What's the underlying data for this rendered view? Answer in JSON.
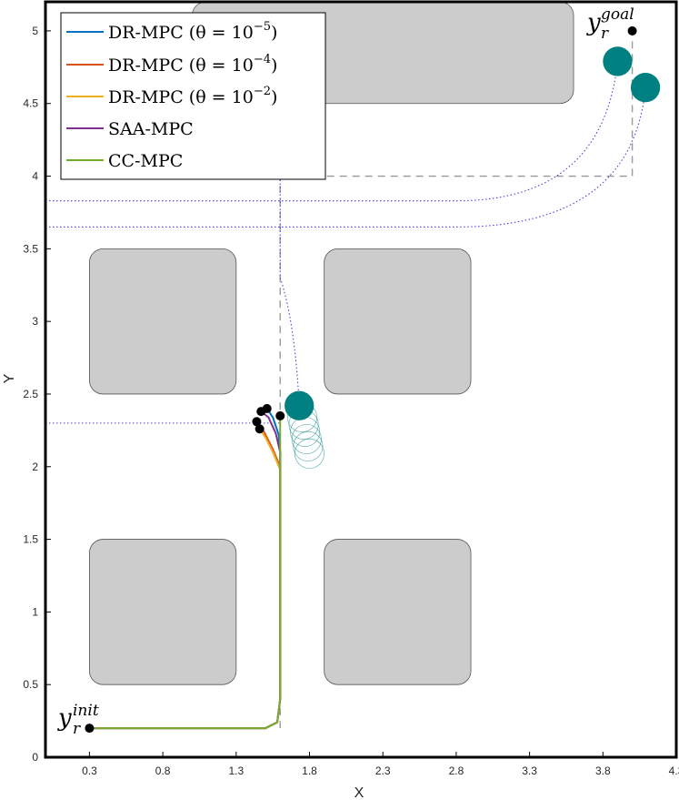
{
  "chart_data": {
    "type": "line",
    "xlabel": "X",
    "ylabel": "Y",
    "xlim": [
      0,
      4.3
    ],
    "ylim": [
      0,
      5.2
    ],
    "xticks": [
      "0.3",
      "0.8",
      "1.3",
      "1.8",
      "2.3",
      "2.8",
      "3.3",
      "3.8",
      "4.3"
    ],
    "xtick_values": [
      0.3,
      0.8,
      1.3,
      1.8,
      2.3,
      2.8,
      3.3,
      3.8,
      4.3
    ],
    "yticks": [
      "0",
      "0.5",
      "1",
      "1.5",
      "2",
      "2.5",
      "3",
      "3.5",
      "4",
      "4.5",
      "5"
    ],
    "ytick_values": [
      0,
      0.5,
      1,
      1.5,
      2,
      2.5,
      3,
      3.5,
      4,
      4.5,
      5
    ],
    "grid": false,
    "legend_position": "top-left",
    "obstacles": [
      {
        "x0": 1.0,
        "y0": 4.5,
        "x1": 3.6,
        "y1": 5.2
      },
      {
        "x0": 0.3,
        "y0": 2.5,
        "x1": 1.3,
        "y1": 3.5
      },
      {
        "x0": 1.9,
        "y0": 2.5,
        "x1": 2.9,
        "y1": 3.5
      },
      {
        "x0": 0.3,
        "y0": 0.5,
        "x1": 1.3,
        "y1": 1.5
      },
      {
        "x0": 1.9,
        "y0": 0.5,
        "x1": 2.9,
        "y1": 1.5
      }
    ],
    "reference_path": [
      [
        1.6,
        0.2
      ],
      [
        1.6,
        4.0
      ],
      [
        4.0,
        4.0
      ],
      [
        4.0,
        5.0
      ]
    ],
    "series": [
      {
        "name": "DR-MPC (θ = 10⁻⁵)",
        "color": "#0072BD",
        "x": [
          0.3,
          1.0,
          1.5,
          1.58,
          1.6,
          1.6,
          1.59,
          1.55,
          1.51
        ],
        "y": [
          0.2,
          0.2,
          0.2,
          0.24,
          0.4,
          2.1,
          2.22,
          2.34,
          2.4
        ]
      },
      {
        "name": "DR-MPC (θ = 10⁻⁴)",
        "color": "#D95319",
        "x": [
          0.3,
          1.0,
          1.5,
          1.58,
          1.6,
          1.6,
          1.55,
          1.49,
          1.44
        ],
        "y": [
          0.2,
          0.2,
          0.2,
          0.24,
          0.4,
          2.0,
          2.12,
          2.24,
          2.31
        ]
      },
      {
        "name": "DR-MPC (θ = 10⁻²)",
        "color": "#EDB120",
        "x": [
          0.3,
          1.0,
          1.5,
          1.58,
          1.6,
          1.6,
          1.55,
          1.5,
          1.46
        ],
        "y": [
          0.2,
          0.2,
          0.2,
          0.24,
          0.4,
          1.98,
          2.1,
          2.2,
          2.26
        ]
      },
      {
        "name": "SAA-MPC",
        "color": "#7E2F8E",
        "x": [
          0.3,
          1.0,
          1.5,
          1.58,
          1.6,
          1.6,
          1.57,
          1.52,
          1.47
        ],
        "y": [
          0.2,
          0.2,
          0.2,
          0.24,
          0.4,
          2.1,
          2.23,
          2.34,
          2.38
        ]
      },
      {
        "name": "CC-MPC",
        "color": "#77AC30",
        "x": [
          0.3,
          1.0,
          1.5,
          1.58,
          1.6,
          1.6,
          1.6,
          1.6
        ],
        "y": [
          0.2,
          0.2,
          0.2,
          0.24,
          0.4,
          2.1,
          2.25,
          2.35
        ]
      }
    ],
    "robot_end_points": [
      [
        1.51,
        2.4
      ],
      [
        1.47,
        2.38
      ],
      [
        1.44,
        2.31
      ],
      [
        1.46,
        2.26
      ],
      [
        1.6,
        2.35
      ]
    ],
    "obstacle_agents": [
      {
        "current": [
          1.73,
          2.42
        ],
        "history": [
          [
            1.75,
            2.34
          ],
          [
            1.76,
            2.29
          ],
          [
            1.77,
            2.24
          ],
          [
            1.78,
            2.19
          ],
          [
            1.79,
            2.14
          ],
          [
            1.8,
            2.09
          ]
        ]
      },
      {
        "current": [
          3.9,
          4.79
        ]
      },
      {
        "current": [
          4.09,
          4.61
        ]
      }
    ],
    "agent_color": "#008080",
    "predicted_paths": [
      {
        "x": [
          0.0,
          1.6
        ],
        "y": [
          2.3,
          2.3
        ]
      },
      {
        "x": [
          0.0,
          2.8,
          3.3,
          3.9
        ],
        "y": [
          3.83,
          3.83,
          3.95,
          4.79
        ]
      },
      {
        "x": [
          0.0,
          2.8,
          3.5,
          4.09
        ],
        "y": [
          3.65,
          3.65,
          3.85,
          4.61
        ]
      },
      {
        "x": [
          1.6,
          1.6,
          1.7,
          1.73
        ],
        "y": [
          4.05,
          3.3,
          2.7,
          2.42
        ]
      }
    ],
    "init_point": [
      0.3,
      0.2
    ],
    "goal_point": [
      4.0,
      5.0
    ],
    "annotations": {
      "init_base": "y",
      "init_sub": "r",
      "init_sup": "init",
      "goal_base": "y",
      "goal_sub": "r",
      "goal_sup": "goal"
    },
    "legend_labels": {
      "dr5_prefix": "DR-MPC (θ = 10",
      "dr5_exp": "−5",
      "dr4_prefix": "DR-MPC (θ = 10",
      "dr4_exp": "−4",
      "dr2_prefix": "DR-MPC (θ = 10",
      "dr2_exp": "−2",
      "close": ")",
      "saa": "SAA-MPC",
      "cc": "CC-MPC"
    }
  }
}
